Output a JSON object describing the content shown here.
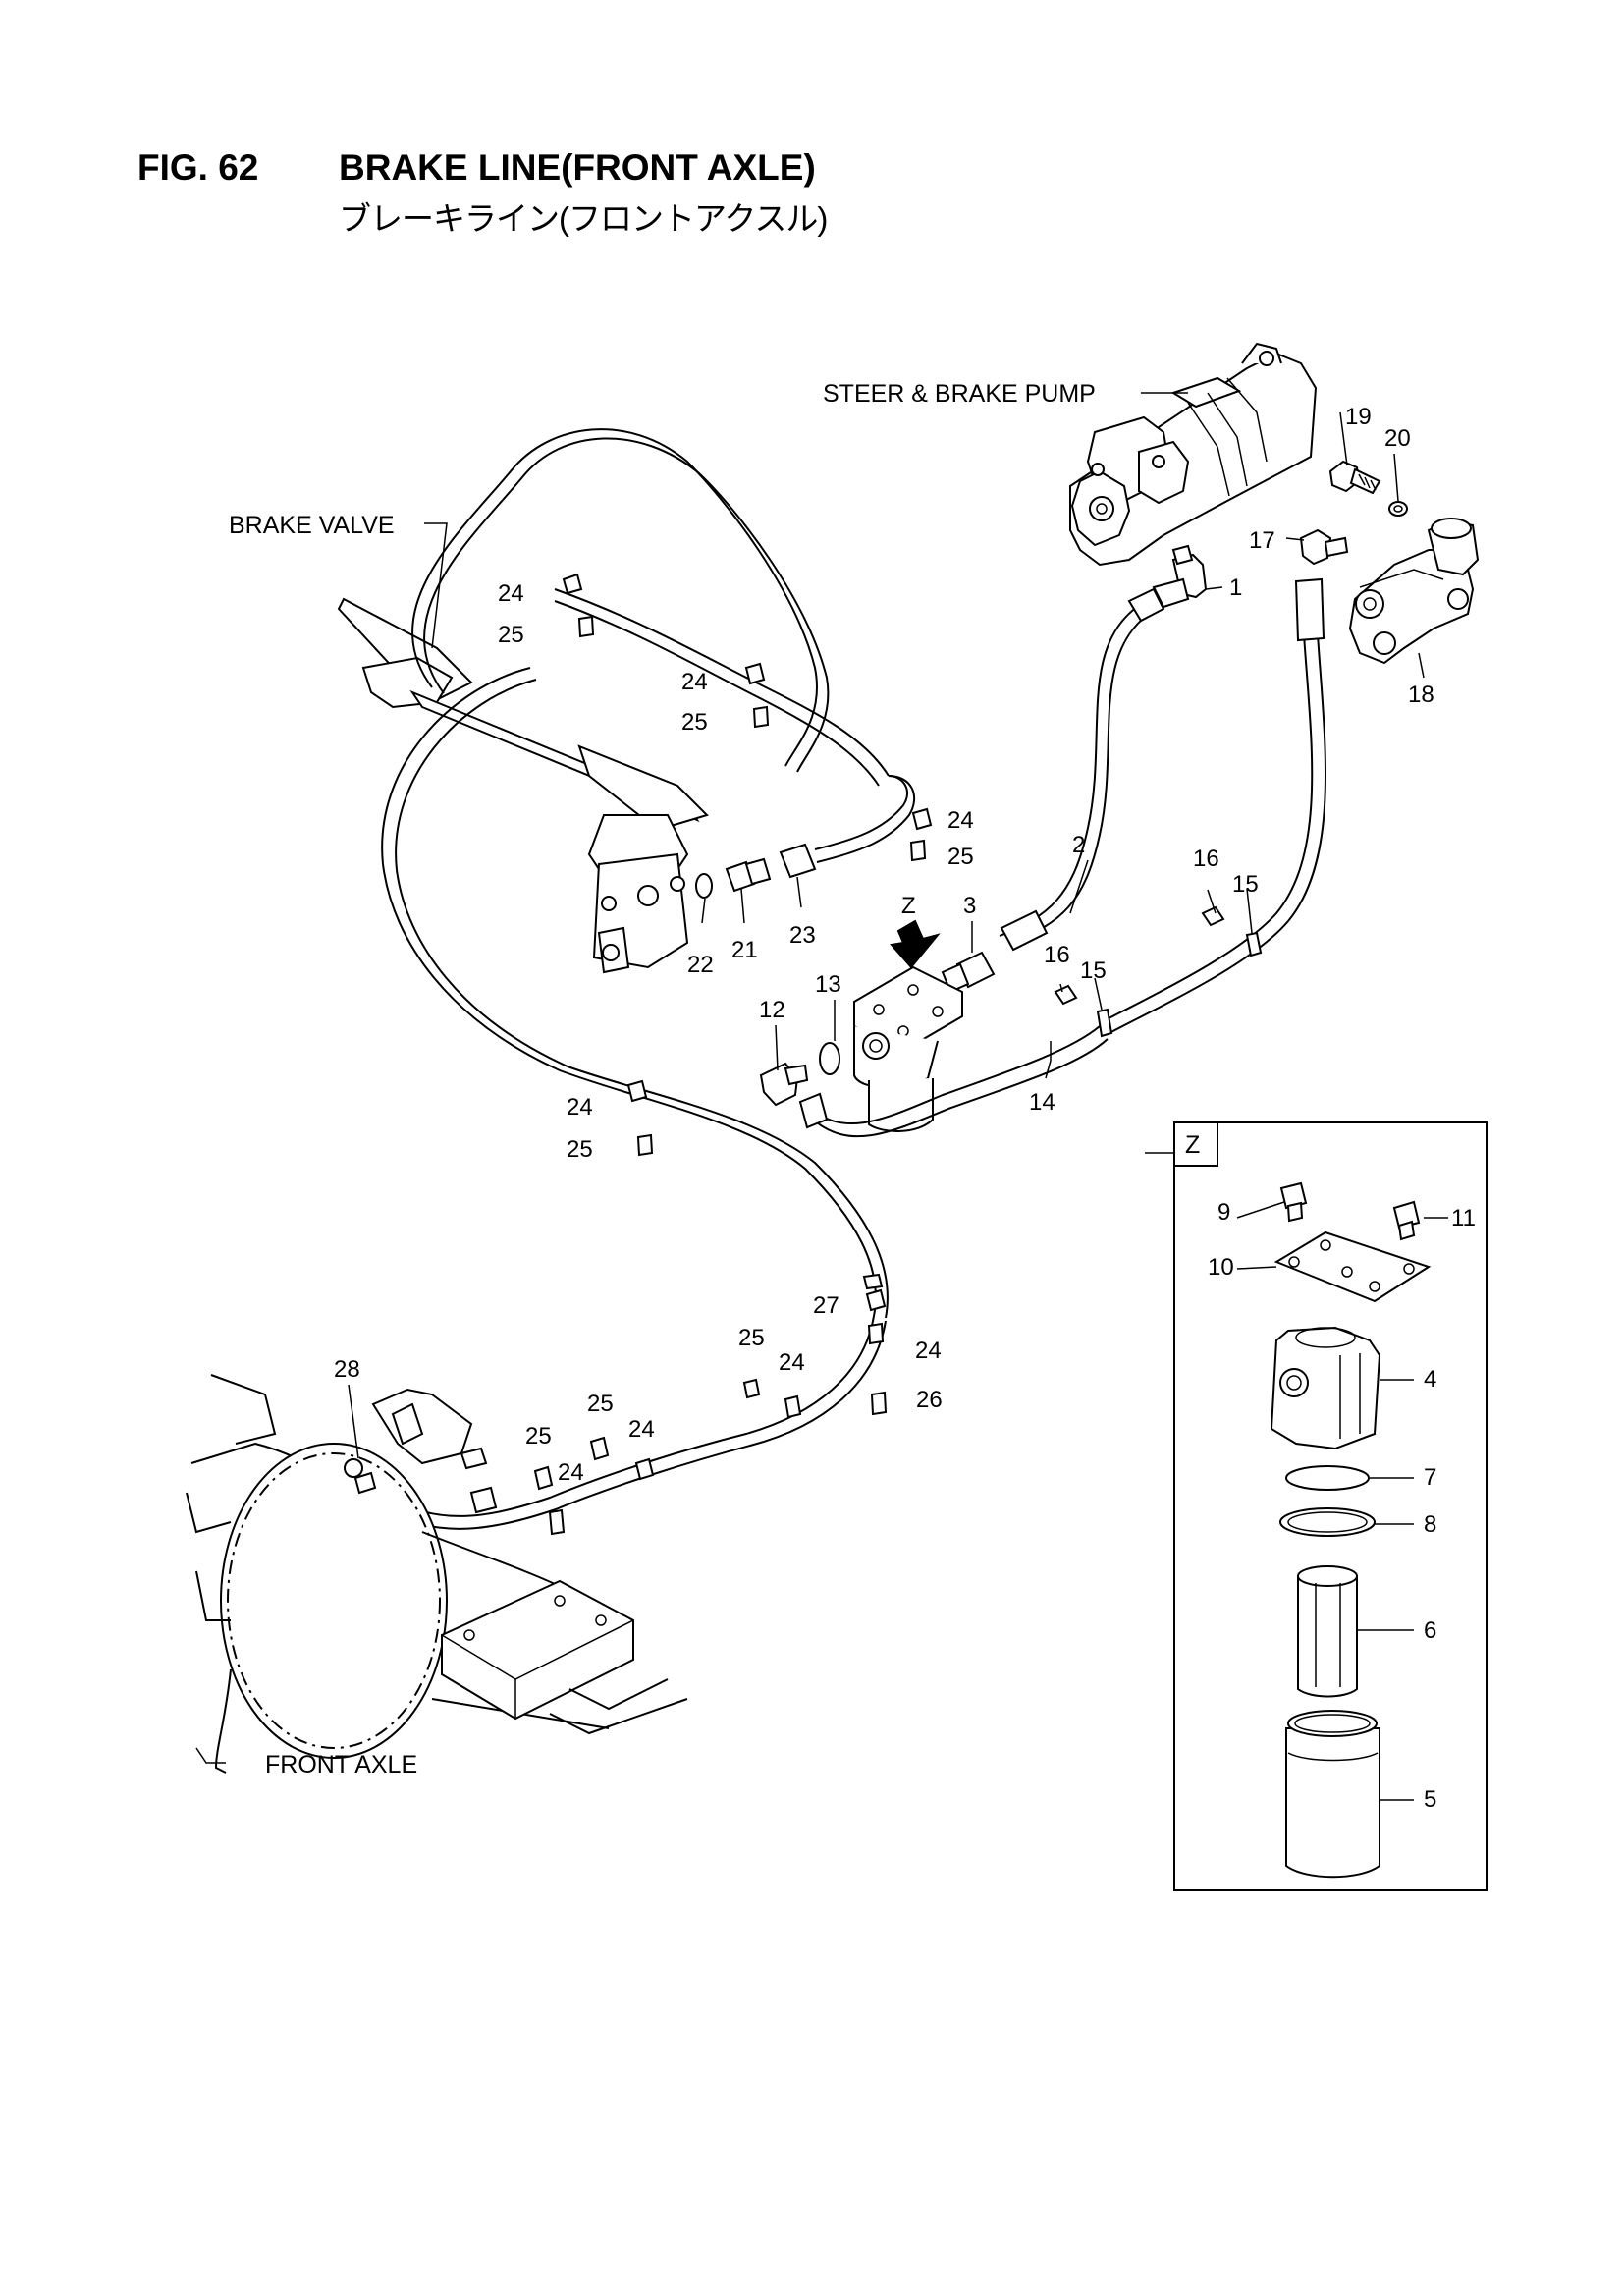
{
  "header": {
    "figure_number": "FIG. 62",
    "title": "BRAKE LINE(FRONT AXLE)",
    "subtitle": "ブレーキライン(フロントアクスル)"
  },
  "component_labels": {
    "steer_brake_pump": "STEER & BRAKE PUMP",
    "brake_valve": "BRAKE VALVE",
    "front_axle": "FRONT AXLE",
    "view_arrow": "Z",
    "detail_view": "Z"
  },
  "callouts": {
    "main": [
      "1",
      "2",
      "3",
      "12",
      "13",
      "14",
      "15",
      "15",
      "16",
      "16",
      "17",
      "18",
      "19",
      "20",
      "21",
      "22",
      "23",
      "24",
      "25",
      "24",
      "25",
      "24",
      "25",
      "24",
      "25",
      "27",
      "24",
      "25",
      "24",
      "26",
      "25",
      "24",
      "25",
      "24",
      "28"
    ],
    "detail": [
      "9",
      "11",
      "10",
      "4",
      "7",
      "8",
      "6",
      "5"
    ]
  }
}
